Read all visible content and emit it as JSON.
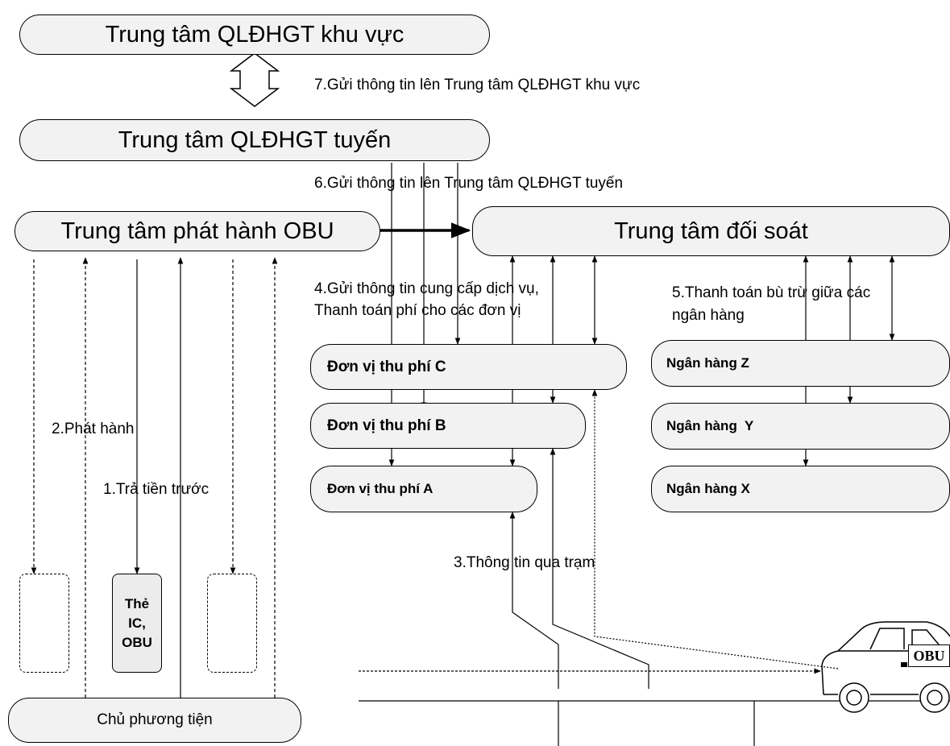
{
  "nodes": {
    "regional_center": "Trung tâm QLĐHGT khu vực",
    "route_center": "Trung tâm QLĐHGT tuyến",
    "obu_issuer": "Trung tâm phát hành OBU",
    "reconciliation": "Trung tâm đối soát",
    "toll_c": "Đơn vị thu phí C",
    "toll_b": "Đơn vị thu phí B",
    "toll_a": "Đơn vị thu phí A",
    "bank_z": "Ngân hàng Z",
    "bank_y": "Ngân hàng  Y",
    "bank_x": "Ngân hàng X",
    "card": [
      "Thẻ",
      "IC,",
      "OBU"
    ],
    "vehicle_owner": "Chủ phương tiện",
    "obu_tag": "OBU"
  },
  "steps": {
    "s1": "1.Trả tiền trước",
    "s2": "2.Phát hành",
    "s3": "3.Thông tin qua trạm",
    "s4_line1": "4.Gửi thông tin cung cấp dịch vụ,",
    "s4_line2": "Thanh toán phí cho các đơn vị",
    "s5_line1": "5.Thanh toán bù trừ giữa các",
    "s5_line2": "ngân hàng",
    "s6": "6.Gửi thông tin lên Trung tâm QLĐHGT tuyến",
    "s7": "7.Gửi thông tin lên Trung tâm QLĐHGT khu vực"
  }
}
